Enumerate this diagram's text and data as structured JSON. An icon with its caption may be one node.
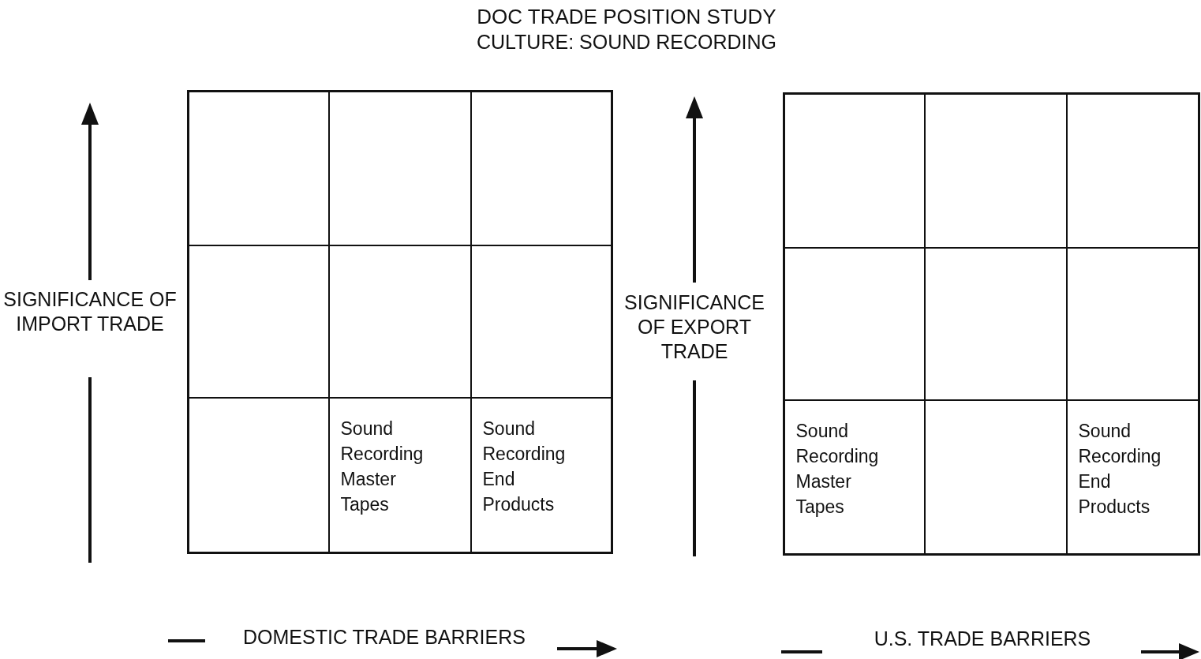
{
  "diagram": {
    "title": "DOC TRADE POSITION STUDY",
    "nodes": [
      {
        "text": [],
        "shape": "box"
      },
      {
        "text": [],
        "shape": "box"
      },
      {
        "text": [],
        "shape": "box"
      },
      {
        "text": [],
        "shape": "box"
      },
      {
        "text": [],
        "shape": "box"
      },
      {
        "text": [],
        "shape": "box"
      },
      {
        "text": [],
        "shape": "box"
      },
      {
        "text": [
          "Sound Recording Master Tapes"
        ]
      },
      {
        "text": [
          "Sound Recording End Products"
        ]
      },
      {
        "text": [],
        "shape": "box"
      },
      {
        "text": [],
        "shape": "box"
      },
      {
        "text": [],
        "shape": "box"
      },
      {
        "text": [],
        "shape": "box"
      },
      {
        "text": [],
        "shape": "box"
      },
      {
        "text": [],
        "shape": "box"
      },
      {
        "text": [
          "Sound Recording Master Tapes"
        ]
      },
      {
        "text": [],
        "shape": "box"
      },
      {
        "text": [
          "Sound Recording End Products"
        ]
      }
    ],
    "labels": [
      "CULTURE: SOUND RECORDING",
      "SIGNIFICANCE OF IMPORT TRADE",
      "SIGNIFICANCE OF EXPORT TRADE",
      "DOMESTIC TRADE BARRIERS",
      "U.S. TRADE BARRIERS"
    ]
  }
}
